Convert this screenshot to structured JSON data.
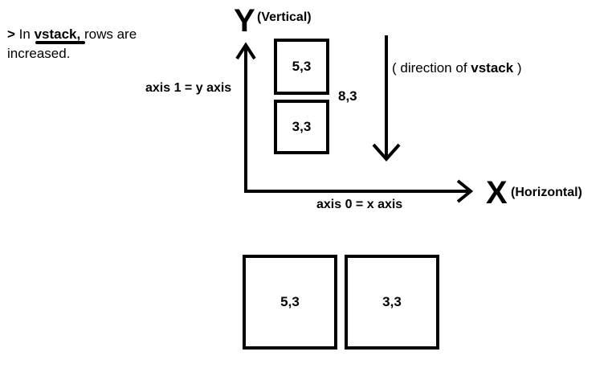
{
  "note": {
    "prefix": ">",
    "text_before": " In ",
    "keyword": "vstack,",
    "text_after_line1": " rows are",
    "line2": "increased."
  },
  "axes": {
    "y_letter": "Y",
    "y_caption": "(Vertical)",
    "x_letter": "X",
    "x_caption": "(Horizontal)",
    "axis1_label": "axis 1 = y axis",
    "axis0_label": "axis 0 = x axis"
  },
  "direction": {
    "open": "( direction of ",
    "keyword": "vstack",
    "close": " )"
  },
  "vstack": {
    "top_box": "5,3",
    "bottom_box": "3,3",
    "result": "8,3"
  },
  "hstack": {
    "left_box": "5,3",
    "right_box": "3,3"
  }
}
